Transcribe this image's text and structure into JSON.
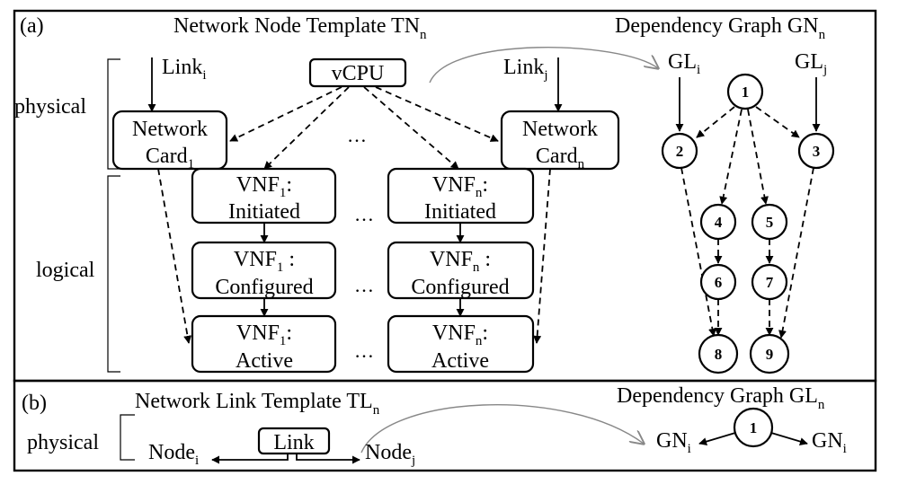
{
  "panel_a": {
    "label": "(a)",
    "title": "Network Node Template TN",
    "title_sub": "n",
    "dep_title": "Dependency Graph GN",
    "dep_title_sub": "n",
    "layer_physical": "physical",
    "layer_logical": "logical",
    "link_i": "Link",
    "link_i_sub": "i",
    "link_j": "Link",
    "link_j_sub": "j",
    "vcpu": "vCPU",
    "netcard1_l1": "Network",
    "netcard1_l2": "Card",
    "netcard1_sub": "1",
    "netcardn_l1": "Network",
    "netcardn_l2": "Card",
    "netcardn_sub": "n",
    "ellipsis": "…",
    "vnf1_prefix": "VNF",
    "vnf1_sub": "1",
    "vnfn_prefix": "VNF",
    "vnfn_sub": "n",
    "state_initiated": "Initiated",
    "state_configured": "Configured",
    "state_active": "Active",
    "colon": ":",
    "colon_spaced": " :",
    "gl_i": "GL",
    "gl_i_sub": "i",
    "gl_j": "GL",
    "gl_j_sub": "j",
    "graph_nodes": [
      "1",
      "2",
      "3",
      "4",
      "5",
      "6",
      "7",
      "8",
      "9"
    ]
  },
  "panel_b": {
    "label": "(b)",
    "title": "Network Link Template TL",
    "title_sub": "n",
    "dep_title": "Dependency Graph GL",
    "dep_title_sub": "n",
    "layer_physical": "physical",
    "node_i": "Node",
    "node_i_sub": "i",
    "node_j": "Node",
    "node_j_sub": "j",
    "link": "Link",
    "gn_left": "GN",
    "gn_left_sub": "i",
    "gn_right": "GN",
    "gn_right_sub": "i",
    "graph_node": "1"
  }
}
